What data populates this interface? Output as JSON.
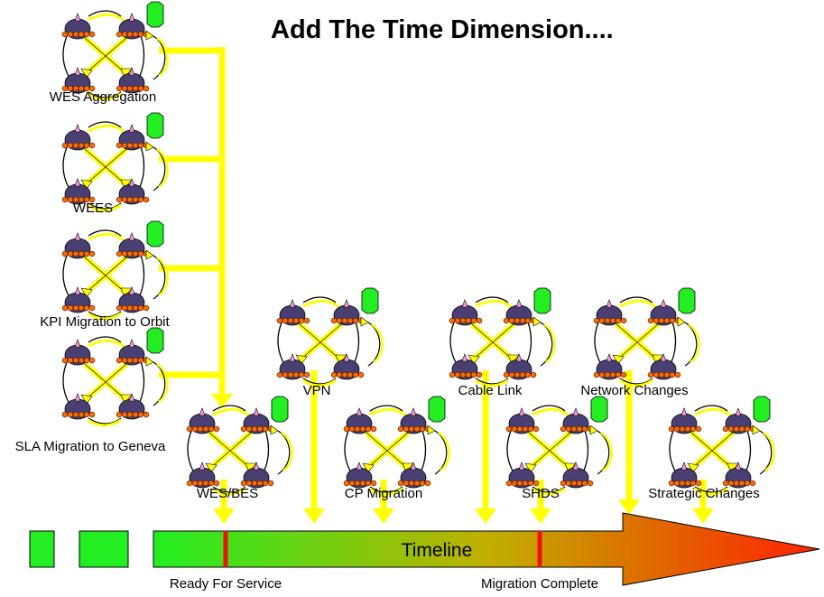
{
  "title": "Add The Time Dimension....",
  "timeline": {
    "label": "Timeline",
    "milestones": [
      "Ready For Service",
      "Migration Complete"
    ]
  },
  "clusters": [
    "WES Aggregation",
    "WEES",
    "KPI Migration to Orbit",
    "SLA Migration to Geneva",
    "VPN",
    "Cable Link",
    "Network Changes",
    "WES/BES",
    "CP Migration",
    "SHDS",
    "Strategic Changes"
  ],
  "colors": {
    "connector": "#ffff00",
    "marker": "#ee1111",
    "router_body": "#4a3f72",
    "router_ring": "#ff6a00",
    "router_tip": "#ff99dd",
    "status_box": "#22ee22",
    "timeline_start": "#22ee22",
    "timeline_end": "#ff2200"
  }
}
